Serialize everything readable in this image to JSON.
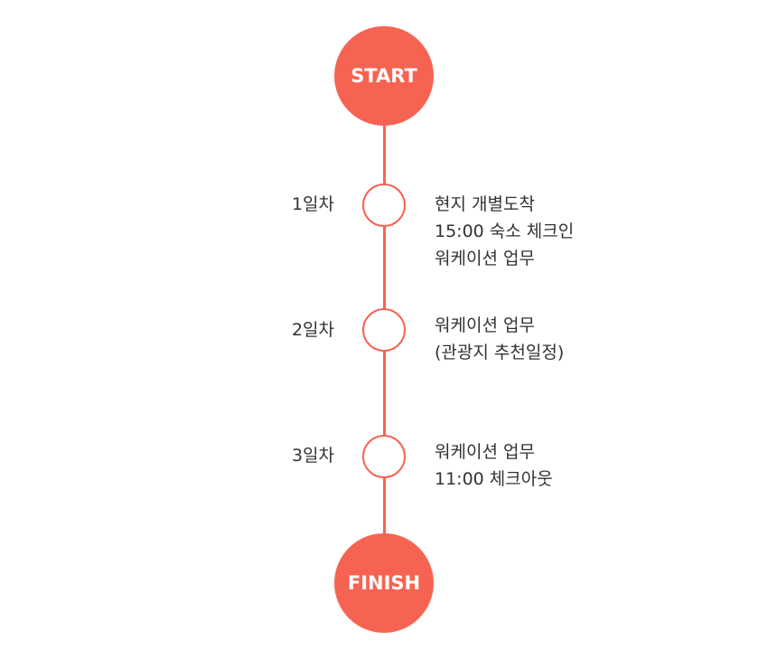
{
  "start_label": "START",
  "finish_label": "FINISH",
  "accent": "#f76352",
  "days": [
    {
      "label": "1일차",
      "lines": [
        "현지 개별도착",
        "15:00 숙소 체크인",
        "워케이션 업무"
      ]
    },
    {
      "label": "2일차",
      "lines": [
        "워케이션 업무",
        "(관광지 추천일정)"
      ]
    },
    {
      "label": "3일차",
      "lines": [
        "워케이션 업무",
        "11:00 체크아웃"
      ]
    }
  ]
}
